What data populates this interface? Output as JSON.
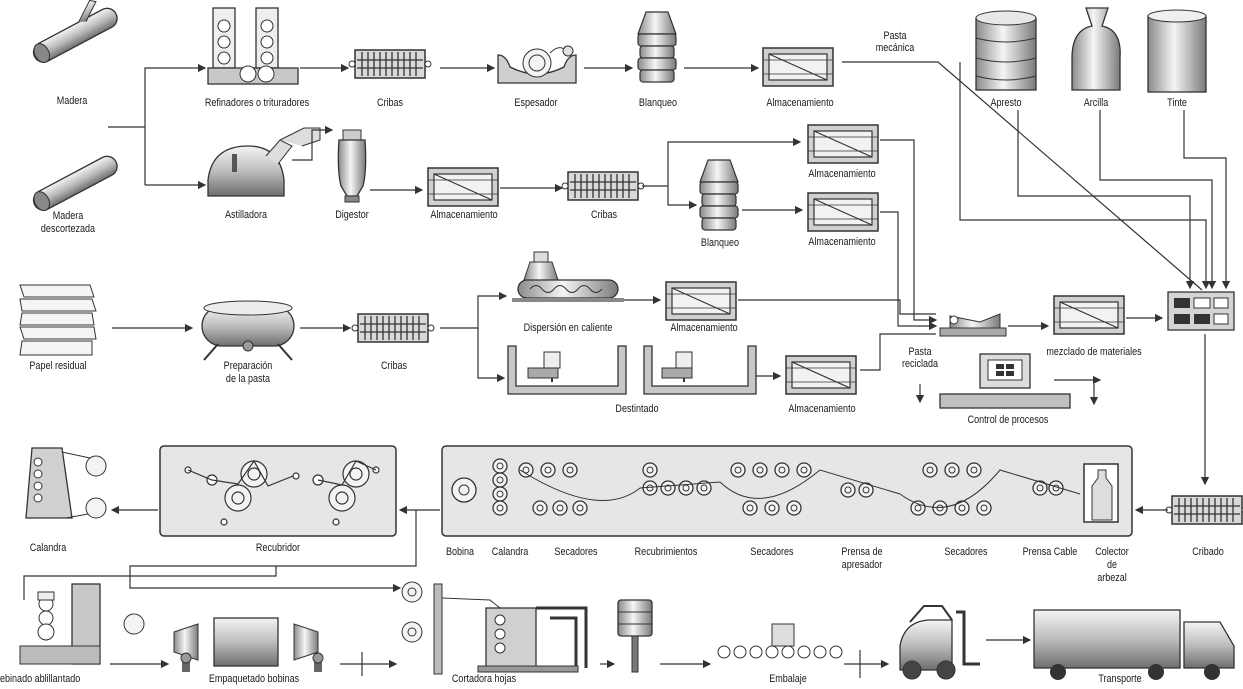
{
  "labels": {
    "madera": "Madera",
    "madera_desc_1": "Madera",
    "madera_desc_2": "descortezada",
    "refinadores": "Refinadores o trituradores",
    "cribas_1": "Cribas",
    "espesador": "Espesador",
    "blanqueo_1": "Blanqueo",
    "almac_1": "Almacenamiento",
    "pasta_mec_1": "Pasta",
    "pasta_mec_2": "mecánica",
    "apresto": "Apresto",
    "arcilla": "Arcilla",
    "tinte": "Tinte",
    "astilladora": "Astilladora",
    "digestor": "Digestor",
    "almac_2": "Almacenamiento",
    "cribas_2": "Cribas",
    "blanqueo_2": "Blanqueo",
    "almac_3": "Almacenamiento",
    "almac_4": "Almacenamiento",
    "papel_residual": "Papel residual",
    "prep_pasta_1": "Preparación",
    "prep_pasta_2": "de la pasta",
    "cribas_3": "Cribas",
    "dispersion": "Dispersión en caliente",
    "almac_5": "Almacenamiento",
    "destintado": "Destintado",
    "almac_6": "Almacenamiento",
    "pasta_rec_1": "Pasta",
    "pasta_rec_2": "reciclada",
    "mezclado": "mezclado de materiales",
    "control": "Control de procesos",
    "calandra": "Calandra",
    "recubridor": "Recubridor",
    "bobina": "Bobina",
    "calandra_2": "Calandra",
    "secadores_1": "Secadores",
    "recubrimientos": "Recubrimientos",
    "secadores_2": "Secadores",
    "prensa_1": "Prensa de",
    "prensa_2": "apresador",
    "secadores_3": "Secadores",
    "prensa_cable": "Prensa Cable",
    "colector_1": "Colector",
    "colector_2": "de",
    "colector_3": "arbezal",
    "cribado": "Cribado",
    "rebobinado": "ebinado ablillantado",
    "empaquetado": "Empaquetado bobinas",
    "cortadora": "Cortadora hojas",
    "embalaje": "Embalaje",
    "transporte": "Transporte"
  }
}
